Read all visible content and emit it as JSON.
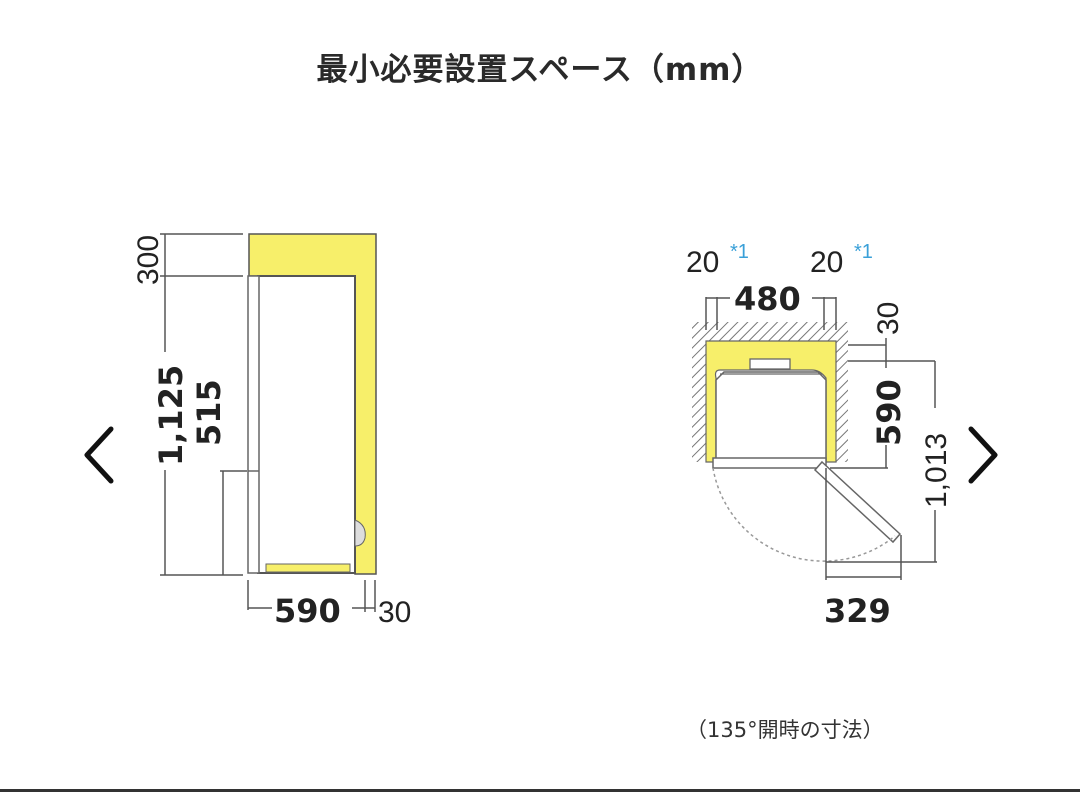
{
  "title": "最小必要設置スペース（mm）",
  "colors": {
    "clearance_fill": "#f7ef6a",
    "line": "#555555",
    "note_blue": "#3aa0d8",
    "text": "#222222"
  },
  "side_view": {
    "label": "side-view",
    "dims": {
      "top_clearance": "300",
      "total_height": "1,125",
      "door_height": "515",
      "depth": "590",
      "back_clearance": "30"
    }
  },
  "top_view": {
    "label": "top-view",
    "dims": {
      "left_side_clearance": "20",
      "right_side_clearance": "20",
      "note_mark": "*1",
      "width": "480",
      "back_clearance": "30",
      "depth": "590",
      "depth_with_door": "1,013",
      "door_swing": "329"
    },
    "door_angle_note": "（135°開時の寸法）"
  },
  "navigation": {
    "prev_icon": "chevron-left-icon",
    "next_icon": "chevron-right-icon"
  }
}
